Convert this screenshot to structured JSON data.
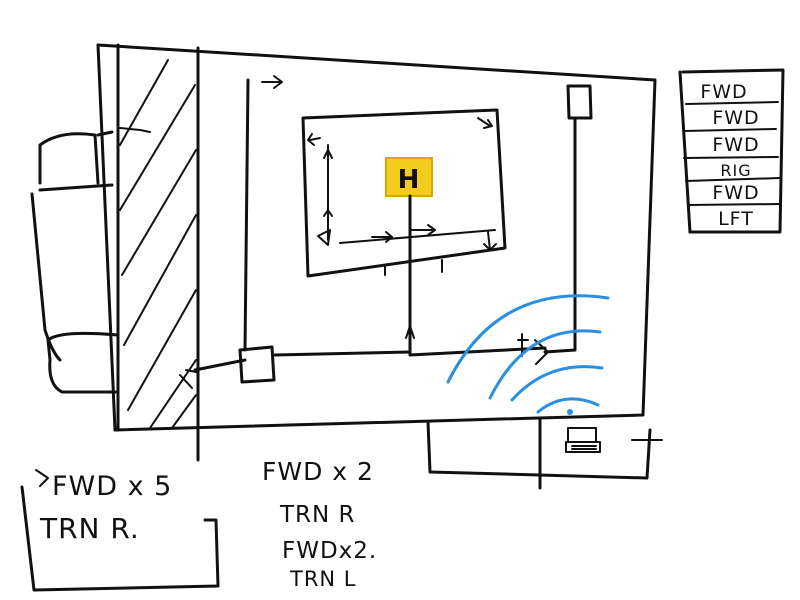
{
  "colors": {
    "ink": "#111111",
    "highlight": "#f2cc1c",
    "signal": "#2a8fe0"
  },
  "icons": {
    "target": "yellow-target-icon",
    "signal": "wifi-signal-icon",
    "robot": "robot-icon"
  },
  "target_label": "H",
  "command_stack": [
    "FWD",
    "FWD",
    "FWD",
    "RIG",
    "FWD",
    "LFT"
  ],
  "notes": {
    "left_box": [
      "FWD x 5",
      "TRN R."
    ],
    "center": [
      "FWD x 2",
      "TRN R",
      "FWDx2.",
      "TRN L"
    ]
  }
}
